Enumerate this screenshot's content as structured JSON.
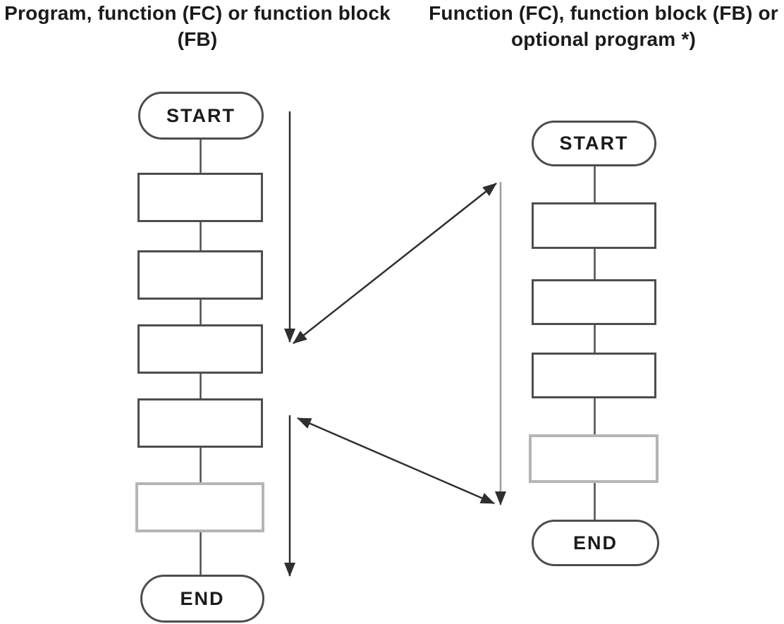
{
  "titles": {
    "left_line1": "Program, function (FC) or function block",
    "left_line2": "(FB)",
    "right_line1": "Function (FC), function block (FB) or",
    "right_line2": "optional program *)"
  },
  "left_column": {
    "start_label": "START",
    "end_label": "END",
    "box_count": 5
  },
  "right_column": {
    "start_label": "START",
    "end_label": "END",
    "box_count": 4
  },
  "colors": {
    "shape_border": "#4d4d4d",
    "highlight_box_border": "#b5b5b5",
    "arrow_color": "#2f2f2f",
    "called_flow_line": "#9e9e9e",
    "background": "#ffffff",
    "text": "#1b1b1b"
  }
}
